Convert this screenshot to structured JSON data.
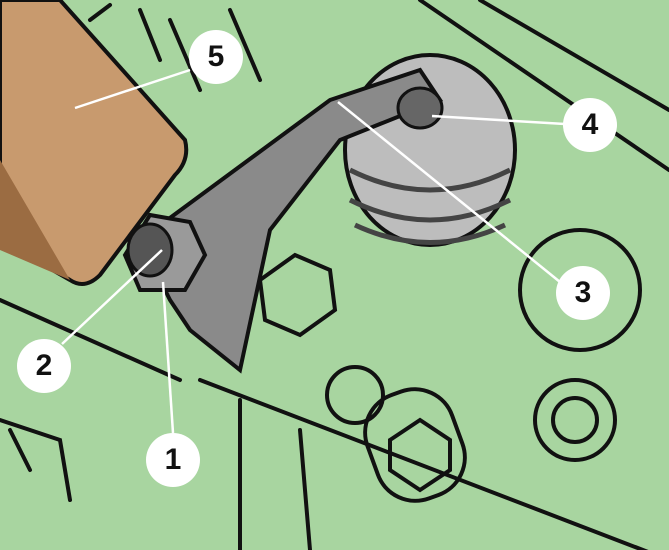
{
  "callouts": [
    {
      "id": "1",
      "label": "1"
    },
    {
      "id": "2",
      "label": "2"
    },
    {
      "id": "3",
      "label": "3"
    },
    {
      "id": "4",
      "label": "4"
    },
    {
      "id": "5",
      "label": "5"
    }
  ],
  "colors": {
    "background": "#a8d5a0",
    "tool": "#c89a6e",
    "metal": "#7a7a7a",
    "outline": "#111111"
  }
}
